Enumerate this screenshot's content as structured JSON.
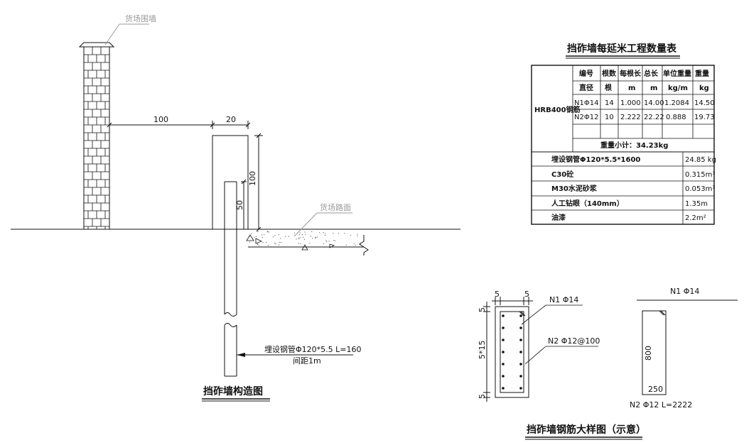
{
  "structure": {
    "fence_label": "货场围墙",
    "road_label": "货场路面",
    "dim_100": "100",
    "dim_20": "20",
    "dim_100_vertical": "100",
    "dim_50": "50",
    "pipe_label": "埋设钢管Φ120*5.5 L=160",
    "spacing_label": "间距1m",
    "title": "挡砟墙构造图"
  },
  "table": {
    "title": "挡砟墙每延米工程数量表",
    "header_row1": [
      "编号",
      "根数",
      "每根长",
      "总长",
      "单位重量",
      "重量"
    ],
    "header_row2": [
      "直径",
      "根",
      "m",
      "m",
      "kg/m",
      "kg"
    ],
    "material": "HRB400钢筋",
    "rebar_rows": [
      [
        "N1Φ14",
        "14",
        "1.000",
        "14.00",
        "1.2084",
        "14.50"
      ],
      [
        "N2Φ12",
        "10",
        "2.222",
        "22.22",
        "0.888",
        "19.73"
      ]
    ],
    "subtotal": "重量小计：34.23kg",
    "items": [
      {
        "name": "埋设钢管Φ120*5.5*1600",
        "value": "24.85 kg"
      },
      {
        "name": "C30砼",
        "value": "0.315m³"
      },
      {
        "name": "M30水泥砂浆",
        "value": "0.053m³"
      },
      {
        "name": "人工钻眼（140mm）",
        "value": "1.35m"
      },
      {
        "name": "油漆",
        "value": "2.2m²"
      }
    ]
  },
  "detail": {
    "dim_5_left": "5",
    "dim_5_right": "5",
    "dim_5_top": "5",
    "dim_5x15": "5*15",
    "dim_5_bottom": "5",
    "n1_label": "N1 Φ14",
    "n2_label": "N2 Φ12@100",
    "n1_title": "N1 Φ14",
    "n2_dim_800": "800",
    "n2_dim_250": "250",
    "n2_caption": "N2 Φ12 L=2222",
    "title": "挡砟墙钢筋大样图（示意）"
  }
}
